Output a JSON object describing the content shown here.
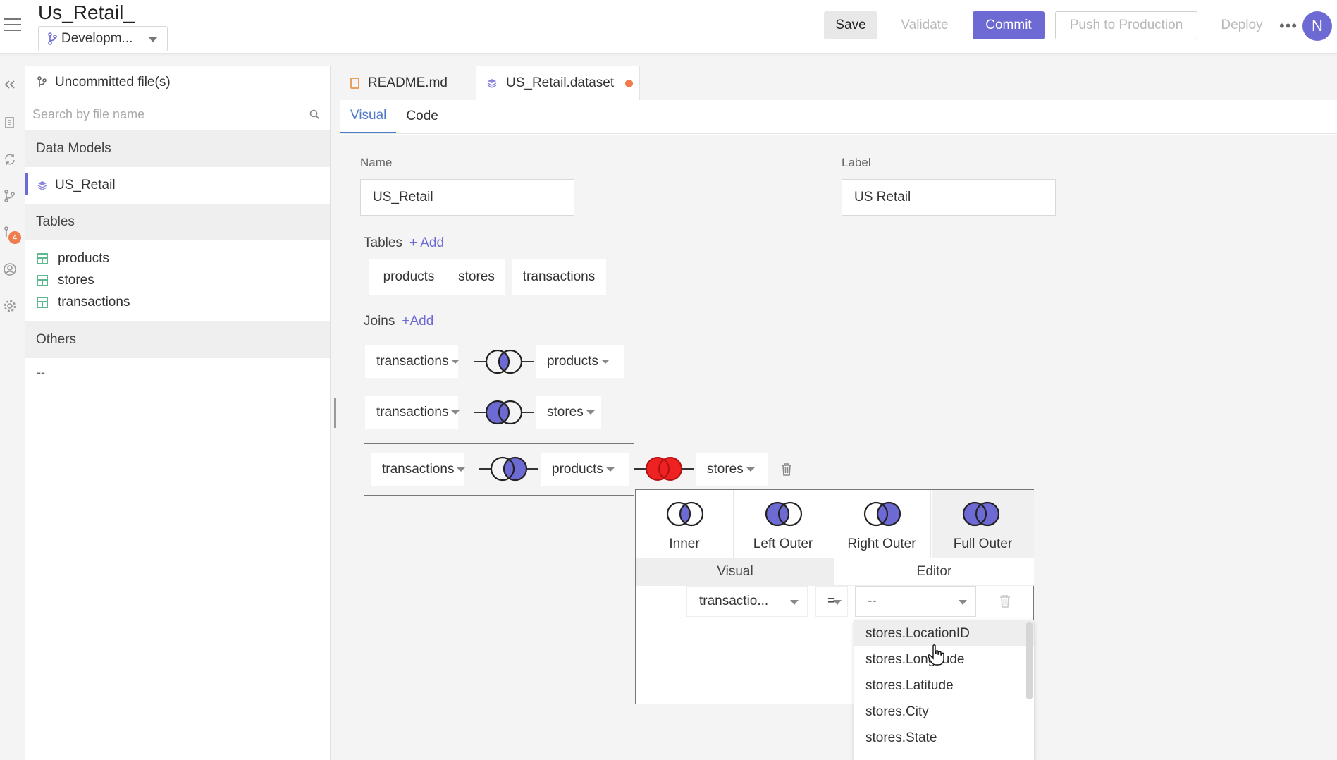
{
  "header": {
    "title": "Us_Retail_",
    "branch": "Developm...",
    "save_label": "Save",
    "validate_label": "Validate",
    "commit_label": "Commit",
    "push_label": "Push to Production",
    "deploy_label": "Deploy",
    "more_label": "•••",
    "avatar_initial": "N",
    "accent_color": "#6e6ad3"
  },
  "rail": {
    "badge_count": "4"
  },
  "sidebar": {
    "title": "Uncommitted file(s)",
    "search_placeholder": "Search by file name",
    "sections": {
      "data_models": "Data Models",
      "tables": "Tables",
      "others": "Others"
    },
    "data_models": [
      "US_Retail"
    ],
    "tables": [
      "products",
      "stores",
      "transactions"
    ],
    "others_value": "--"
  },
  "file_tabs": [
    {
      "label": "README.md",
      "icon": "document-icon"
    },
    {
      "label": "US_Retail.dataset",
      "icon": "dataset-icon",
      "unsaved": true
    }
  ],
  "view_tabs": [
    "Visual",
    "Code"
  ],
  "form": {
    "name_label": "Name",
    "name_value": "US_Retail",
    "label_label": "Label",
    "label_value": "US Retail",
    "tables_label": "Tables",
    "tables_add": "+ Add",
    "tables": [
      "products",
      "stores",
      "transactions"
    ],
    "joins_label": "Joins",
    "joins_add": "+Add"
  },
  "joins": [
    {
      "left": "transactions",
      "type": "inner",
      "right": "products"
    },
    {
      "left": "transactions",
      "type": "left-outer",
      "right": "stores"
    },
    {
      "left_group": {
        "left": "transactions",
        "type": "right-outer",
        "right": "products"
      },
      "type": "full-outer-highlight",
      "right": "stores"
    }
  ],
  "join_popover": {
    "types": [
      "Inner",
      "Left Outer",
      "Right Outer",
      "Full Outer"
    ],
    "selected_type": "Full Outer",
    "modes": [
      "Visual",
      "Editor"
    ],
    "condition_left": "transactio...",
    "operator": "=",
    "condition_right": "--",
    "dropdown_options": [
      "stores.LocationID",
      "stores.Longitude",
      "stores.Latitude",
      "stores.City",
      "stores.State"
    ],
    "hovered_option": "stores.LocationID",
    "highlight_color": "#ee2222",
    "join_fill_color": "#6e6ad3"
  }
}
